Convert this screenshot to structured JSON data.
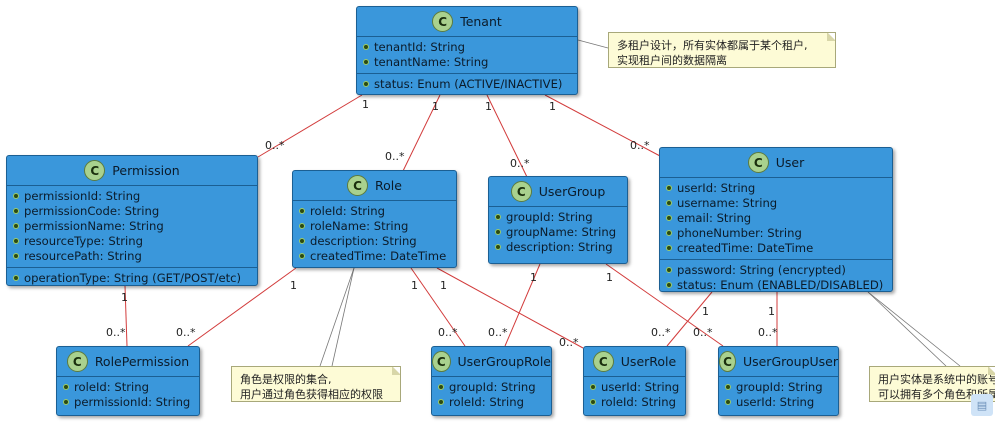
{
  "classes": {
    "tenant": {
      "name": "Tenant",
      "attrs": [
        "tenantId: String",
        "tenantName: String"
      ],
      "ops": [
        "status: Enum (ACTIVE/INACTIVE)"
      ]
    },
    "permission": {
      "name": "Permission",
      "attrs": [
        "permissionId: String",
        "permissionCode: String",
        "permissionName: String",
        "resourceType: String",
        "resourcePath: String"
      ],
      "ops": [
        "operationType: String (GET/POST/etc)"
      ]
    },
    "role": {
      "name": "Role",
      "attrs": [
        "roleId: String",
        "roleName: String",
        "description: String",
        "createdTime: DateTime"
      ]
    },
    "usergroup": {
      "name": "UserGroup",
      "attrs": [
        "groupId: String",
        "groupName: String",
        "description: String"
      ]
    },
    "user": {
      "name": "User",
      "attrs": [
        "userId: String",
        "username: String",
        "email: String",
        "phoneNumber: String",
        "createdTime: DateTime"
      ],
      "ops": [
        "password: String (encrypted)",
        "status: Enum (ENABLED/DISABLED)"
      ]
    },
    "rolepermission": {
      "name": "RolePermission",
      "attrs": [
        "roleId: String",
        "permissionId: String"
      ]
    },
    "usergrouprole": {
      "name": "UserGroupRole",
      "attrs": [
        "groupId: String",
        "roleId: String"
      ]
    },
    "userrole": {
      "name": "UserRole",
      "attrs": [
        "userId: String",
        "roleId: String"
      ]
    },
    "usergroupuser": {
      "name": "UserGroupUser",
      "attrs": [
        "groupId: String",
        "userId: String"
      ]
    }
  },
  "badge": "C",
  "notes": {
    "tenant": [
      "多租户设计，所有实体都属于某个租户,",
      "实现租户间的数据隔离"
    ],
    "role": [
      "角色是权限的集合,",
      "用户通过角色获得相应的权限"
    ],
    "user": [
      "用户实体是系统中的账号",
      "可以拥有多个角色和所属"
    ]
  },
  "multiplicities": {
    "tenant_perm_1": "1",
    "tenant_perm_n": "0..*",
    "tenant_role_1": "1",
    "tenant_role_n": "0..*",
    "tenant_ug_1": "1",
    "tenant_ug_n": "0..*",
    "tenant_user_1": "1",
    "tenant_user_n": "0..*",
    "perm_rp_1": "1",
    "perm_rp_n": "0..*",
    "role_rp_1": "1",
    "role_rp_n": "0..*",
    "role_ugr_1": "1",
    "role_ugr_n": "0..*",
    "role_ur_1": "1",
    "role_ur_n": "0..*",
    "ug_ugr_1": "1",
    "ug_ugr_n": "0..*",
    "ug_ugu_1": "1",
    "ug_ugu_n": "0..*",
    "user_ur_1": "1",
    "user_ur_n": "0..*",
    "user_ugu_1": "1",
    "user_ugu_n": "0..*"
  },
  "colors": {
    "class_fill": "#3a97db",
    "badge": "#a9d18e",
    "relation": "#d23b3b",
    "note_fill": "#fdfbd6"
  }
}
